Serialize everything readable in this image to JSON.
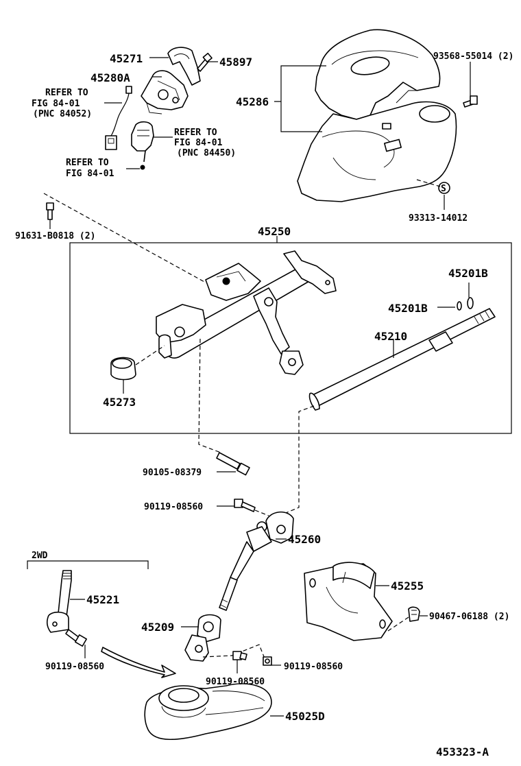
{
  "labels": {
    "p45271": "45271",
    "p45897": "45897",
    "p45280A": "45280A",
    "ref1_line1": "REFER TO",
    "ref1_line2": "FIG 84-01",
    "ref1_line3": "(PNC 84052)",
    "ref2_line1": "REFER TO",
    "ref2_line2": "FIG 84-01",
    "ref2_line3": "(PNC 84450)",
    "ref3_line1": "REFER TO",
    "ref3_line2": "FIG 84-01",
    "p93568": "93568-55014 (2)",
    "p45286": "45286",
    "p93313": "93313-14012",
    "p91631": "91631-B0818 (2)",
    "p45250": "45250",
    "p45201B_a": "45201B",
    "p45201B_b": "45201B",
    "p45210": "45210",
    "p45273": "45273",
    "p90105": "90105-08379",
    "p90119_a": "90119-08560",
    "p45260": "45260",
    "twoWD": "2WD",
    "p45221": "45221",
    "p45255": "45255",
    "p90467": "90467-06188 (2)",
    "p45209": "45209",
    "p90119_b": "90119-08560",
    "p90119_c": "90119-08560",
    "p90119_d": "90119-08560",
    "p45025D": "45025D",
    "figure_code": "453323-A"
  }
}
